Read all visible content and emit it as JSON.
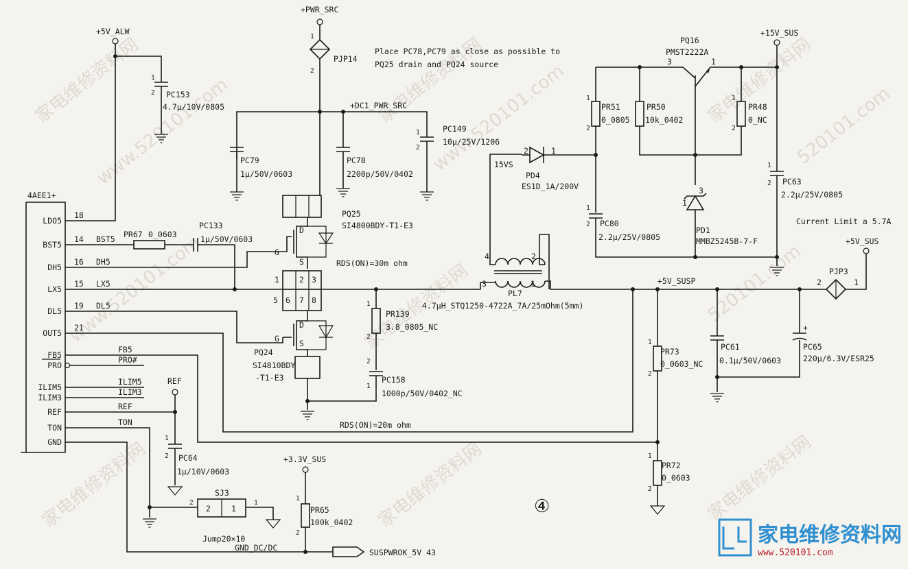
{
  "labels": {
    "pwr_src": "+PWR_SRC",
    "v5_alw": "+5V_ALW",
    "v15_sus": "+15V_SUS",
    "v5_sus": "+5V_SUS",
    "v5_susp": "+5V_SUSP",
    "v33_sus": "+3.3V_SUS",
    "dc1_pwr_src": "+DC1_PWR_SRC",
    "note_line1": "Place PC78,PC79 as close as possible to",
    "note_line2": "PQ25 drain and PQ24 source",
    "current_limit": "Current Limit a 5.7A",
    "rds_upper": "RDS(ON)=30m ohm",
    "rds_lower": "RDS(ON)=20m ohm",
    "ref_net": "REF",
    "suspwrok": "SUSPWROK_5V 43",
    "gnd_dc": "GND_DC/DC",
    "circle_num": "④"
  },
  "ic": {
    "name": "4AEE1+",
    "pins": [
      {
        "name": "LDO5",
        "num": "18",
        "net": ""
      },
      {
        "name": "BST5",
        "num": "14",
        "net": "BST5"
      },
      {
        "name": "DH5",
        "num": "16",
        "net": "DH5"
      },
      {
        "name": "LX5",
        "num": "15",
        "net": "LX5"
      },
      {
        "name": "DL5",
        "num": "19",
        "net": "DL5"
      },
      {
        "name": "OUT5",
        "num": "21",
        "net": ""
      },
      {
        "name": "FB5",
        "num": "",
        "net": "FB5"
      },
      {
        "name": "PRO",
        "num": "",
        "net": "PRO#"
      },
      {
        "name": "ILIM5",
        "num": "",
        "net": "ILIM5"
      },
      {
        "name": "ILIM3",
        "num": "",
        "net": "ILIM3"
      },
      {
        "name": "REF",
        "num": "",
        "net": "REF"
      },
      {
        "name": "TON",
        "num": "",
        "net": "TON"
      },
      {
        "name": "GND",
        "num": "",
        "net": ""
      }
    ]
  },
  "components": {
    "pc153": {
      "ref": "PC153",
      "val": "4.7μ/10V/0805"
    },
    "pjp14": {
      "ref": "PJP14"
    },
    "pc79": {
      "ref": "PC79",
      "val": "1μ/50V/0603"
    },
    "pc78": {
      "ref": "PC78",
      "val": "2200p/50V/0402"
    },
    "pc149": {
      "ref": "PC149",
      "val": "10μ/25V/1206"
    },
    "pq25": {
      "ref": "PQ25",
      "val": "SI4800BDY-T1-E3"
    },
    "pq24": {
      "ref": "PQ24",
      "val1": "SI4810BDY",
      "val2": "-T1-E3"
    },
    "pr67": {
      "ref": "PR67",
      "val": "0_0603"
    },
    "pc133": {
      "ref": "PC133",
      "val": "1μ/50V/0603"
    },
    "pr139": {
      "ref": "PR139",
      "val": "3.8_0805_NC"
    },
    "pc158": {
      "ref": "PC158",
      "val": "1000p/50V/0402_NC"
    },
    "pl7": {
      "ref": "PL7",
      "val": "4.7μH_STQ1250-4722A_7A/25mOhm(5mm)"
    },
    "pd4": {
      "ref": "PD4",
      "val": "ES1D_1A/200V",
      "net": "15VS"
    },
    "pq16": {
      "ref": "PQ16",
      "val": "PMST2222A"
    },
    "pr51": {
      "ref": "PR51",
      "val": "0_0805"
    },
    "pr50": {
      "ref": "PR50",
      "val": "10k_0402"
    },
    "pr48": {
      "ref": "PR48",
      "val": "0_NC"
    },
    "pc63": {
      "ref": "PC63",
      "val": "2.2μ/25V/0805"
    },
    "pd1": {
      "ref": "PD1",
      "val": "MMBZ5245B-7-F"
    },
    "pc80": {
      "ref": "PC80",
      "val": "2.2μ/25V/0805"
    },
    "pjp3": {
      "ref": "PJP3"
    },
    "pc61": {
      "ref": "PC61",
      "val": "0.1μ/50V/0603"
    },
    "pc65": {
      "ref": "PC65",
      "val": "220μ/6.3V/ESR25"
    },
    "pr73": {
      "ref": "PR73",
      "val": "0_0603_NC"
    },
    "pr72": {
      "ref": "PR72",
      "val": "0_0603"
    },
    "pc64": {
      "ref": "PC64",
      "val": "1μ/10V/0603"
    },
    "sj3": {
      "ref": "SJ3",
      "val": "Jump20×10"
    },
    "pr65": {
      "ref": "PR65",
      "val": "100k_0402"
    }
  },
  "watermark": {
    "cn": "家电维修资料网",
    "url": "www.520101.com",
    "num": "520101.com",
    "logo_cn": "家电维修资料网",
    "logo_url": "www.520101.com"
  },
  "colors": {
    "ink": "#1a1a1a",
    "paper": "#f4f3ee",
    "logo_blue": "#2f8fd0",
    "logo_red": "#b8202a"
  }
}
